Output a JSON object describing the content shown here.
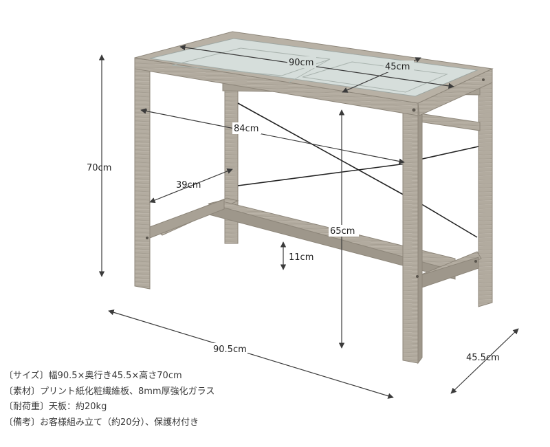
{
  "dimensions": {
    "top_width": "90cm",
    "top_depth": "45cm",
    "inner_width": "84cm",
    "inner_depth": "39cm",
    "height": "70cm",
    "inner_height": "65cm",
    "foot_clearance": "11cm",
    "overall_width": "90.5cm",
    "overall_depth": "45.5cm"
  },
  "specs": [
    "〔サイズ〕幅90.5×奥行き45.5×高さ70cm",
    "〔素材〕プリント紙化粧繊維板、8mm厚強化ガラス",
    "〔耐荷重〕天板：約20kg",
    "〔備考〕お客様組み立て（約20分）、保護材付き"
  ],
  "colors": {
    "wood": "#b2ab9f",
    "wood_dark": "#8d867a",
    "glass": "#d6dedb",
    "arrow": "#3b3b3b",
    "brace": "#222222"
  }
}
